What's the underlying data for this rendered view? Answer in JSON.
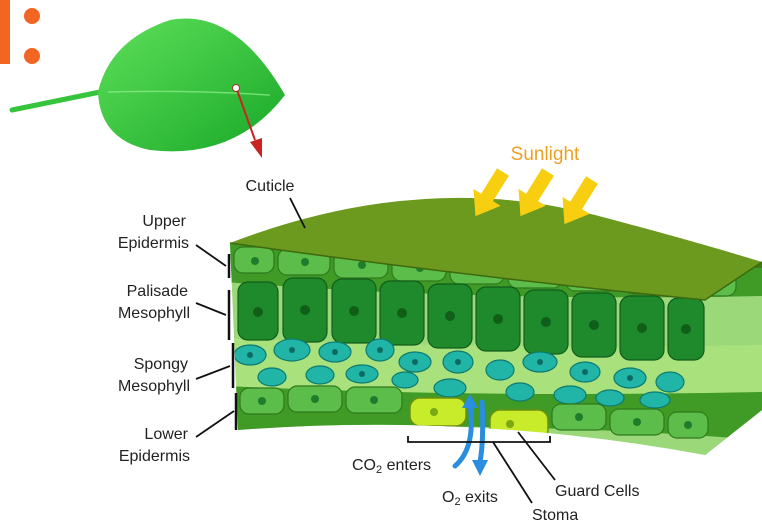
{
  "labels": {
    "cuticle": "Cuticle",
    "upper_epidermis": [
      "Upper",
      "Epidermis"
    ],
    "palisade_mesophyll": [
      "Palisade",
      "Mesophyll"
    ],
    "spongy_mesophyll": [
      "Spongy",
      "Mesophyll"
    ],
    "lower_epidermis": [
      "Lower",
      "Epidermis"
    ],
    "sunlight": "Sunlight",
    "co2_enters": {
      "pre": "CO",
      "sub": "2",
      "post": " enters"
    },
    "o2_exits": {
      "pre": "O",
      "sub": "2",
      "post": " exits"
    },
    "guard_cells": "Guard Cells",
    "stoma": "Stoma"
  },
  "colors": {
    "accent_orange": "#f26522",
    "sunlight_text": "#f0a020",
    "sun_arrow": "#f7cf10",
    "leaf_green": "#2fc43a",
    "cuticle_top": "#6b9a1e",
    "palisade_cell": "#1e8a2c",
    "spongy_cell": "#20b5a6",
    "epidermis_cell": "#5cbd4b",
    "guard_cell": "#c8ec2a",
    "gas_arrow": "#2a8ee0",
    "pointer_arrow": "#cc2222"
  }
}
